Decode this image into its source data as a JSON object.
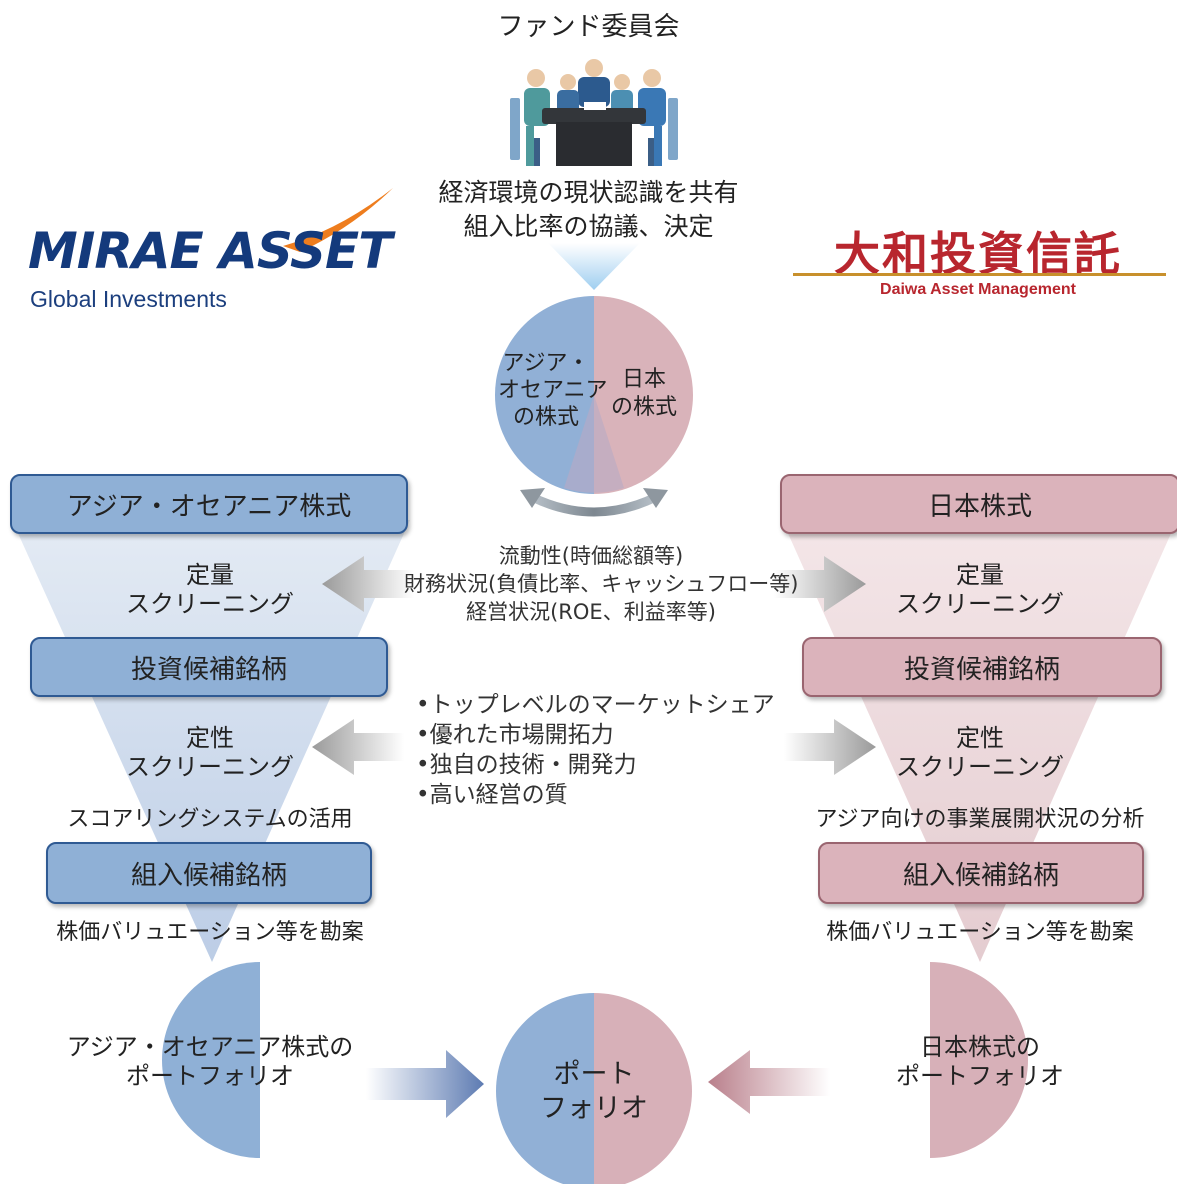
{
  "fund_committee": {
    "title": "ファンド委員会",
    "line1": "経済環境の現状認識を共有",
    "line2": "組入比率の協議、決定"
  },
  "center_pie": {
    "left_line1": "アジア・",
    "left_line2": "オセアニア",
    "left_line3": "の株式",
    "right_line1": "日本",
    "right_line2": "の株式"
  },
  "mirae": {
    "name": "MIRAE ASSET",
    "sub": "Global Investments"
  },
  "daiwa": {
    "name": "大和投資信託",
    "sub": "Daiwa Asset Management"
  },
  "left_funnel": {
    "header": "アジア・オセアニア株式",
    "quant_line1": "定量",
    "quant_line2": "スクリーニング",
    "candidates": "投資候補銘柄",
    "qual_line1": "定性",
    "qual_line2": "スクリーニング",
    "scoring": "スコアリングシステムの活用",
    "portfolio_candidates": "組入候補銘柄",
    "valuation": "株価バリュエーション等を勘案",
    "portfolio_line1": "アジア・オセアニア株式の",
    "portfolio_line2": "ポートフォリオ"
  },
  "right_funnel": {
    "header": "日本株式",
    "quant_line1": "定量",
    "quant_line2": "スクリーニング",
    "candidates": "投資候補銘柄",
    "qual_line1": "定性",
    "qual_line2": "スクリーニング",
    "analysis": "アジア向けの事業展開状況の分析",
    "portfolio_candidates": "組入候補銘柄",
    "valuation": "株価バリュエーション等を勘案",
    "portfolio_line1": "日本株式の",
    "portfolio_line2": "ポートフォリオ"
  },
  "quant_criteria": [
    "流動性(時価総額等)",
    "財務状況(負債比率、キャッシュフロー等)",
    "経営状況(ROE、利益率等)"
  ],
  "qual_criteria": [
    "•トップレベルのマーケットシェア",
    "•優れた市場開拓力",
    "•独自の技術・開発力",
    "•高い経営の質"
  ],
  "final_portfolio": {
    "line1": "ポート",
    "line2": "フォリオ"
  },
  "colors": {
    "blue": "#8fb0d6",
    "blue_dark": "#2f5a93",
    "pink": "#d7b0b8",
    "pink_dark": "#9a6570",
    "mirae_navy": "#143a7c",
    "mirae_orange": "#ee7d1e",
    "daiwa_red": "#b8262e",
    "daiwa_gold": "#c8902c"
  }
}
